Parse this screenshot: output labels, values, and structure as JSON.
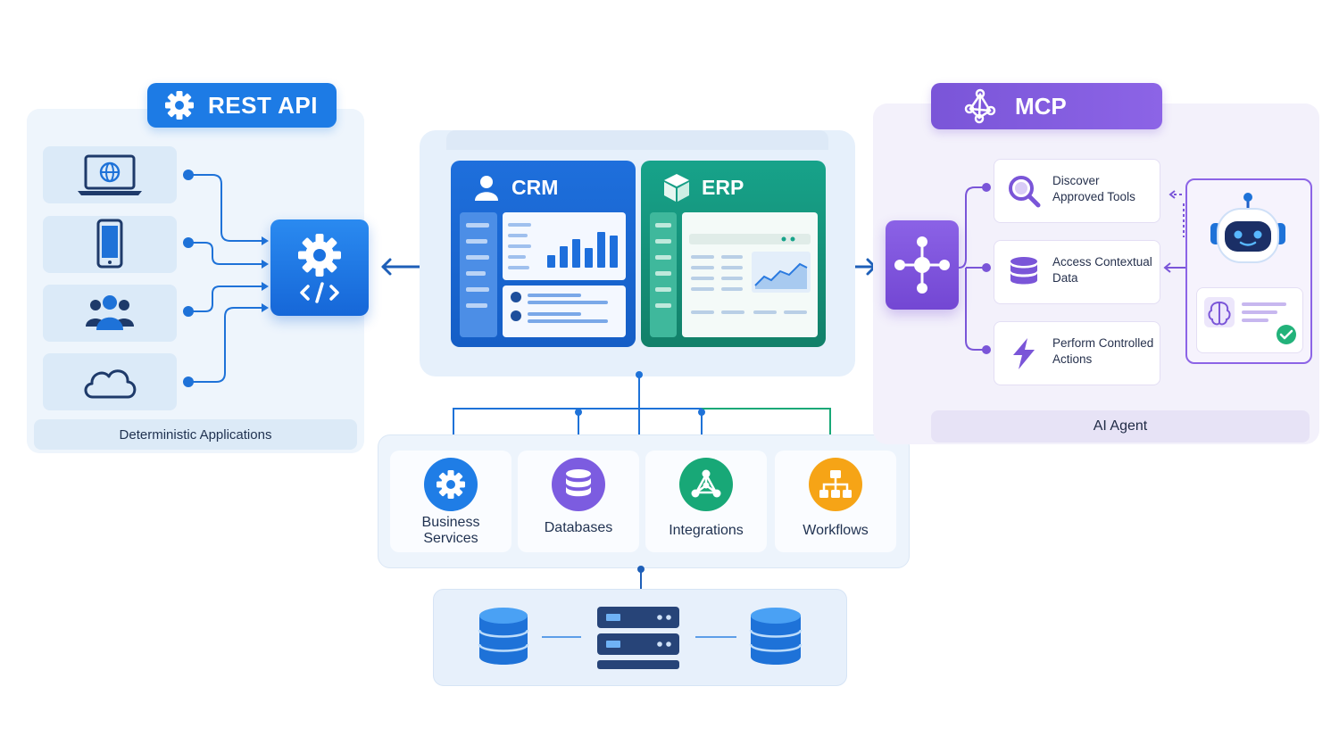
{
  "rest_api": {
    "badge_label": "REST API",
    "badge_icon": "gear-icon",
    "devices": [
      "laptop-globe-icon",
      "smartphone-icon",
      "users-group-icon",
      "cloud-icon"
    ],
    "hub_icon": "gear-code-icon",
    "footer_label": "Deterministic Applications"
  },
  "core": {
    "crm_label": "CRM",
    "crm_icon": "user-icon",
    "erp_label": "ERP",
    "erp_icon": "cube-icon"
  },
  "services": [
    {
      "label_line1": "Business",
      "label_line2": "Services",
      "icon": "gear-icon",
      "color": "#1f7de6"
    },
    {
      "label_line1": "Databases",
      "label_line2": "",
      "icon": "database-icon",
      "color": "#7c5ce0"
    },
    {
      "label_line1": "Integrations",
      "label_line2": "",
      "icon": "network-icon",
      "color": "#18a877"
    },
    {
      "label_line1": "Workflows",
      "label_line2": "",
      "icon": "workflow-icon",
      "color": "#f6a416"
    }
  ],
  "storage": {
    "left_icon": "database-icon",
    "center_icon": "server-icon",
    "right_icon": "database-icon"
  },
  "mcp": {
    "badge_label": "MCP",
    "badge_icon": "network-nodes-icon",
    "hub_icon": "hub-nodes-icon",
    "tools": [
      {
        "line1": "Discover",
        "line2": "Approved Tools",
        "icon": "magnifier-icon"
      },
      {
        "line1": "Access Contextual",
        "line2": "Data",
        "icon": "database-icon"
      },
      {
        "line1": "Perform Controlled",
        "line2": "Actions",
        "icon": "lightning-icon"
      }
    ],
    "agent_icon": "robot-icon",
    "agent_status_icon": "check-icon",
    "footer_label": "AI Agent"
  },
  "colors": {
    "blue": "#1d7be5",
    "green": "#17a38a",
    "purple": "#7a55d8"
  }
}
